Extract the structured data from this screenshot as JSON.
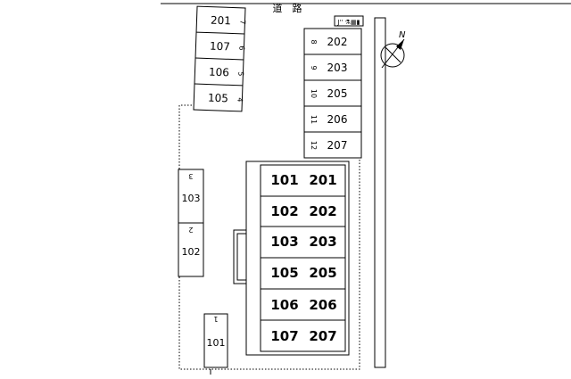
{
  "road_label": "道　路",
  "compass": {
    "north_label": "N"
  },
  "vending_label": "J'' ⚗▦▮",
  "parking_top": [
    {
      "unit": "201",
      "num": "7"
    },
    {
      "unit": "107",
      "num": "6"
    },
    {
      "unit": "106",
      "num": "5"
    },
    {
      "unit": "105",
      "num": "4"
    }
  ],
  "parking_right": [
    {
      "num": "8",
      "unit": "202"
    },
    {
      "num": "9",
      "unit": "203"
    },
    {
      "num": "10",
      "unit": "205"
    },
    {
      "num": "11",
      "unit": "206"
    },
    {
      "num": "12",
      "unit": "207"
    }
  ],
  "parking_left": [
    {
      "num": "3",
      "unit": "103"
    },
    {
      "num": "2",
      "unit": "102"
    }
  ],
  "parking_bottom": {
    "num": "1",
    "unit": "101"
  },
  "building_rows": [
    {
      "first": "101",
      "second": "201"
    },
    {
      "first": "102",
      "second": "202"
    },
    {
      "first": "103",
      "second": "203"
    },
    {
      "first": "105",
      "second": "205"
    },
    {
      "first": "106",
      "second": "206"
    },
    {
      "first": "107",
      "second": "207"
    }
  ]
}
